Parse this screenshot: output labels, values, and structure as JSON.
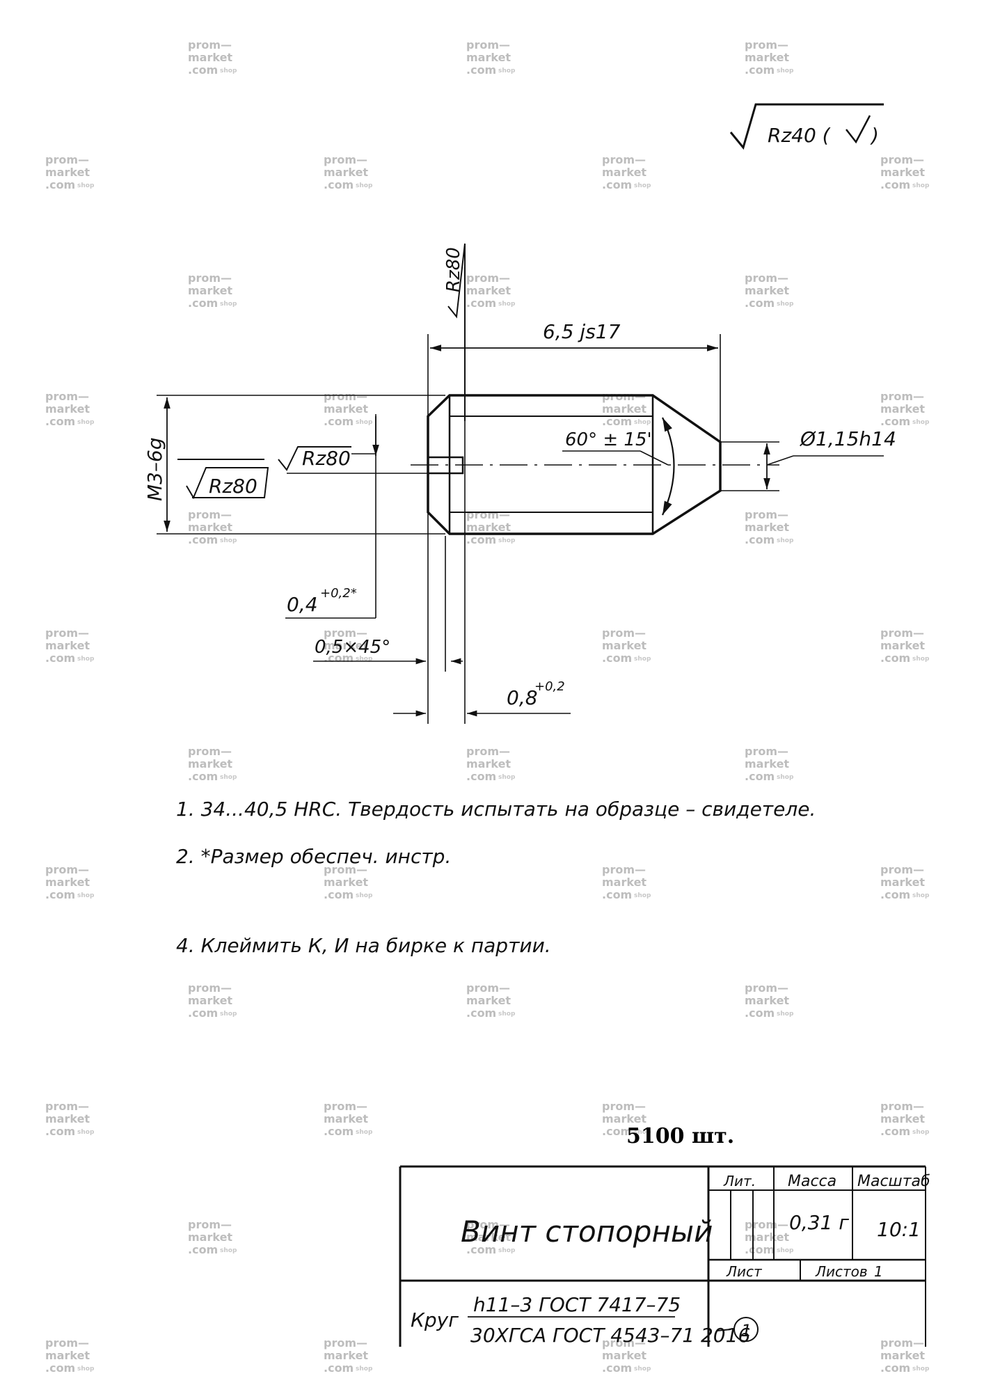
{
  "watermark": {
    "line1": "prom—",
    "line2": "market",
    "line3": ".com",
    "suffix": "shop"
  },
  "surface_roughness": {
    "general": "Rz40 (",
    "general_close": ")",
    "top": "Rz80",
    "left_outer": "Rz80",
    "left_inner": "Rz80"
  },
  "dimensions": {
    "length": "6,5 js17",
    "angle": "60° ± 15'",
    "tip_diameter": "Ø1,15h14",
    "thread": "M3–6g",
    "slot_depth": "0,4",
    "slot_depth_tol": "+0,2*",
    "chamfer": "0,5×45°",
    "slot_width": "0,8",
    "slot_width_tol": "+0,2"
  },
  "notes": [
    "1. 34...40,5 HRC. Твердость испытать на образце – свидетеле.",
    "2. *Размер обеспеч. инстр.",
    "4. Клеймить К, И на бирке к партии."
  ],
  "quantity": "5100 шт.",
  "title_block": {
    "part_name": "Винт стопорный",
    "lit_label": "Лит.",
    "mass_label": "Масса",
    "scale_label": "Масштаб",
    "mass_value": "0,31 г",
    "scale_value": "10:1",
    "sheet_label": "Лист",
    "sheets_label": "Листов",
    "sheets_value": "1",
    "material_prefix": "Круг",
    "material_line1": "h11–3 ГОСТ 7417–75",
    "material_line2": "30ХГСА ГОСТ 4543–71 2016",
    "sheet_number": "1"
  }
}
